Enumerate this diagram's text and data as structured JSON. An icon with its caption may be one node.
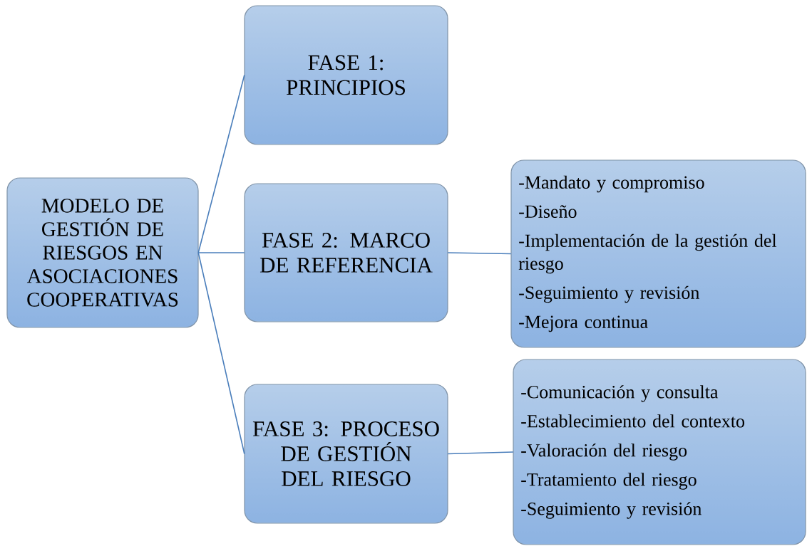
{
  "diagram": {
    "nodes": [
      {
        "text": [
          "MODELO DE GESTIÓN DE RIESGOS EN ASOCIACIONES COOPERATIVAS"
        ]
      },
      {
        "text": [
          "FASE 1: PRINCIPIOS"
        ]
      },
      {
        "text": [
          "FASE 2: MARCO DE REFERENCIA"
        ]
      },
      {
        "text": [
          "-Mandato y compromiso",
          "-Diseño",
          "-Implementación de la gestión del riesgo",
          "-Seguimiento y revisión",
          "-Mejora continua"
        ]
      },
      {
        "text": [
          "FASE 3: PROCESO DE GESTIÓN DEL RIESGO"
        ]
      },
      {
        "text": [
          "-Comunicación y consulta",
          "-Establecimiento del contexto",
          "-Valoración del riesgo",
          "-Tratamiento del riesgo",
          "-Seguimiento y revisión"
        ]
      }
    ],
    "edges": [
      {
        "from": 0,
        "to": 1,
        "arrow": "none"
      },
      {
        "from": 0,
        "to": 2,
        "arrow": "none"
      },
      {
        "from": 0,
        "to": 4,
        "arrow": "none"
      },
      {
        "from": 2,
        "to": 3,
        "arrow": "none"
      },
      {
        "from": 4,
        "to": 5,
        "arrow": "none"
      }
    ]
  }
}
